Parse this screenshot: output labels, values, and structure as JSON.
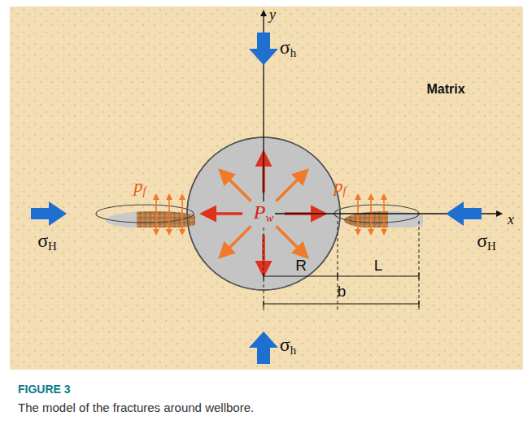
{
  "diagram": {
    "caption": "The model of the fractures around wellbore.",
    "nodes": [
      {
        "text": [
          "Matrix"
        ]
      },
      {
        "text": [
          "Pw"
        ],
        "in": 0
      }
    ],
    "labels": [
      "y",
      "σh",
      "pf",
      "pf",
      "σH",
      "x",
      "σH",
      "R",
      "L",
      "b",
      "σh",
      "FIGURE 3"
    ]
  }
}
